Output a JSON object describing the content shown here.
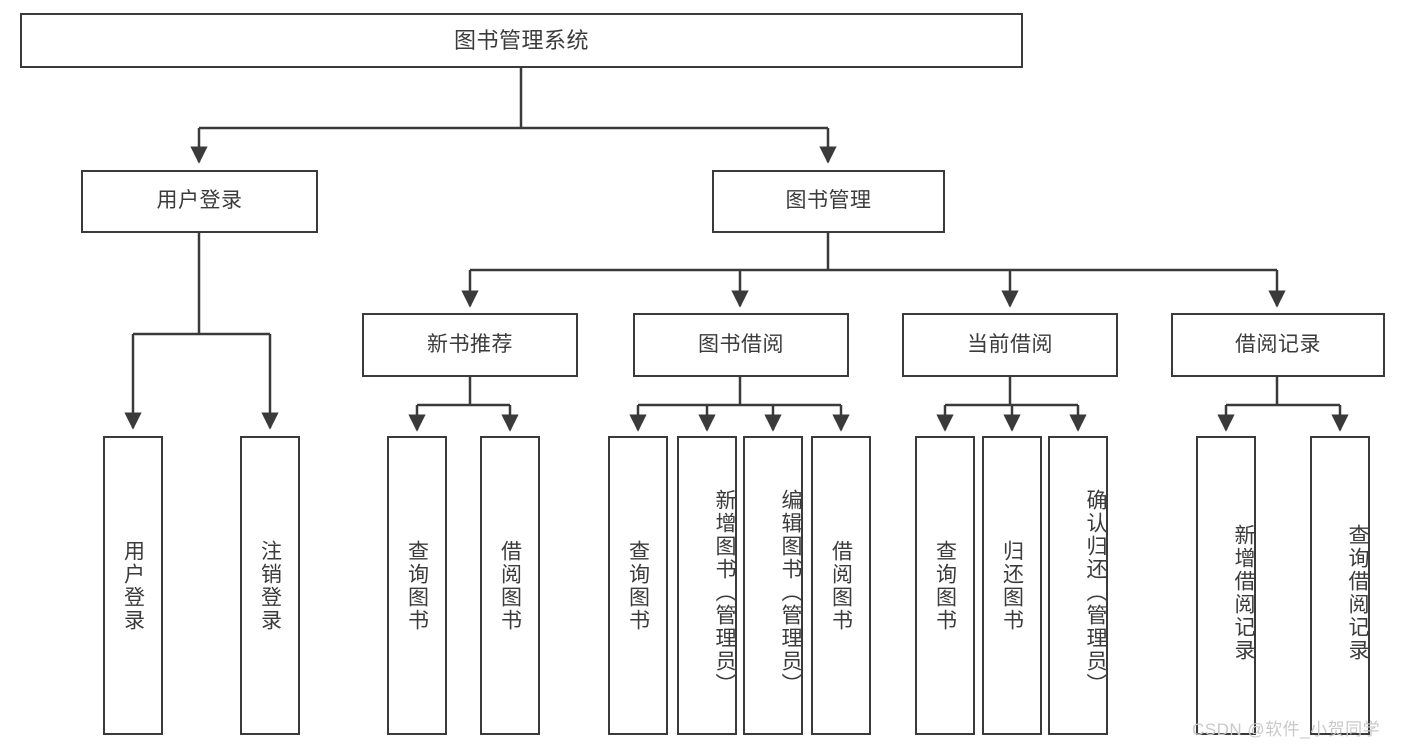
{
  "diagram": {
    "title": "图书管理系统",
    "type": "tree-hierarchy-diagram",
    "watermark": "CSDN @软件_小贺同学",
    "colors": {
      "border": "#3a3a3a",
      "text": "#3b3b3b",
      "background": "#ffffff",
      "watermark": "#c9c9c9"
    },
    "nodes": {
      "root": {
        "label": "图书管理系统"
      },
      "level2": [
        {
          "label": "用户登录"
        },
        {
          "label": "图书管理"
        }
      ],
      "level3": [
        {
          "label": "新书推荐"
        },
        {
          "label": "图书借阅"
        },
        {
          "label": "当前借阅"
        },
        {
          "label": "借阅记录"
        }
      ],
      "leaves": {
        "user_login": [
          {
            "label": "用户登录"
          },
          {
            "label": "注销登录"
          }
        ],
        "new_book": [
          {
            "label": "查询图书"
          },
          {
            "label": "借阅图书"
          }
        ],
        "borrow_book": [
          {
            "label": "查询图书"
          },
          {
            "label": "新增图书（管理员）"
          },
          {
            "label": "编辑图书（管理员）"
          },
          {
            "label": "借阅图书"
          }
        ],
        "current_borrow": [
          {
            "label": "查询图书"
          },
          {
            "label": "归还图书"
          },
          {
            "label": "确认归还（管理员）"
          }
        ],
        "borrow_record": [
          {
            "label": "新增借阅记录"
          },
          {
            "label": "查询借阅记录"
          }
        ]
      }
    }
  }
}
